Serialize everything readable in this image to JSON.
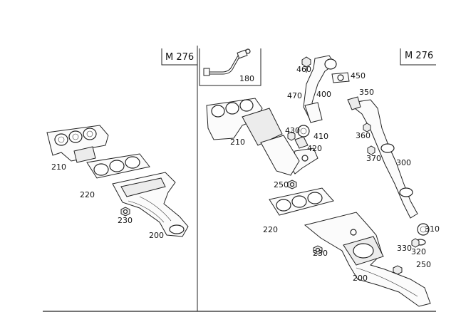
{
  "left_panel": {
    "model_label": "M 276",
    "callouts": [
      "210",
      "220",
      "230",
      "200"
    ]
  },
  "right_panel": {
    "model_label": "M 276",
    "callouts": [
      "180",
      "460",
      "450",
      "470",
      "400",
      "350",
      "430",
      "410",
      "420",
      "210",
      "360",
      "370",
      "300",
      "250",
      "220",
      "310",
      "330",
      "320",
      "250",
      "230",
      "200"
    ]
  },
  "colors": {
    "line": "#222222",
    "background": "#ffffff"
  }
}
